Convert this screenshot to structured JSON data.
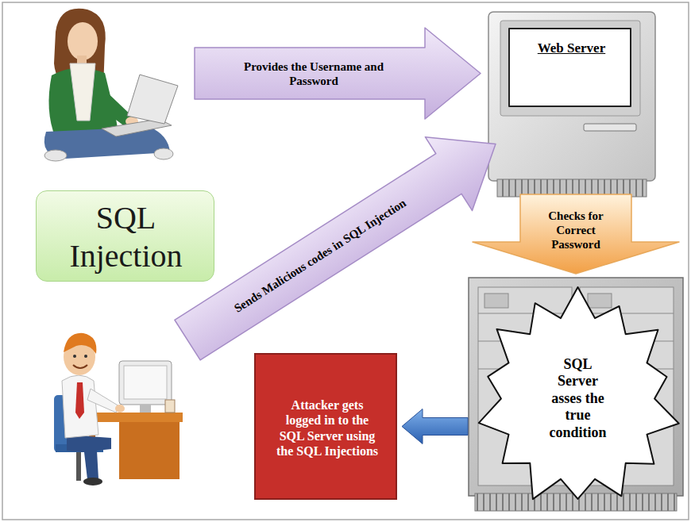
{
  "diagram": {
    "nodes": [
      {
        "text": [
          "Provides the Username and Password"
        ]
      },
      {
        "text": [
          "Web Server"
        ]
      },
      {
        "text": [
          "SQL Injection"
        ]
      },
      {
        "text": [
          "Sends Malicious codes in SQL Injection"
        ]
      },
      {
        "text": [
          "Checks for Correct Password"
        ]
      },
      {
        "text": [
          "SQL Server asses the true condition"
        ]
      },
      {
        "text": [
          "Attacker gets logged in to the SQL Server using the SQL Injections"
        ]
      }
    ],
    "edges": [
      {
        "from": 5,
        "to": 6,
        "arrow": "to"
      }
    ]
  }
}
